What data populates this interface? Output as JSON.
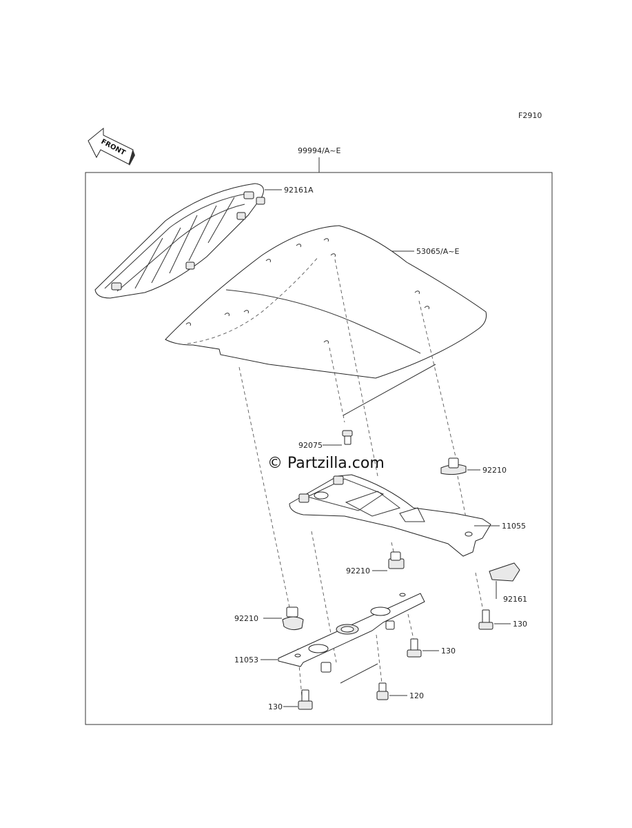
{
  "diagram": {
    "code": "F2910",
    "front_label": "FRONT",
    "watermark": "© Partzilla.com",
    "parts": [
      {
        "id": "assembly",
        "label": "99994/A~E"
      },
      {
        "id": "cowl-frame",
        "label": "92161A"
      },
      {
        "id": "seat-cover",
        "label": "53065/A~E"
      },
      {
        "id": "grommet",
        "label": "92075"
      },
      {
        "id": "nut-upper-right",
        "label": "92210"
      },
      {
        "id": "bracket-upper",
        "label": "11055"
      },
      {
        "id": "damper",
        "label": "92161"
      },
      {
        "id": "nut-middle",
        "label": "92210"
      },
      {
        "id": "bolt-right",
        "label": "130"
      },
      {
        "id": "nut-left",
        "label": "92210"
      },
      {
        "id": "bolt-middle",
        "label": "130"
      },
      {
        "id": "bracket-lower",
        "label": "11053"
      },
      {
        "id": "bolt-center",
        "label": "120"
      },
      {
        "id": "bolt-left",
        "label": "130"
      }
    ]
  }
}
